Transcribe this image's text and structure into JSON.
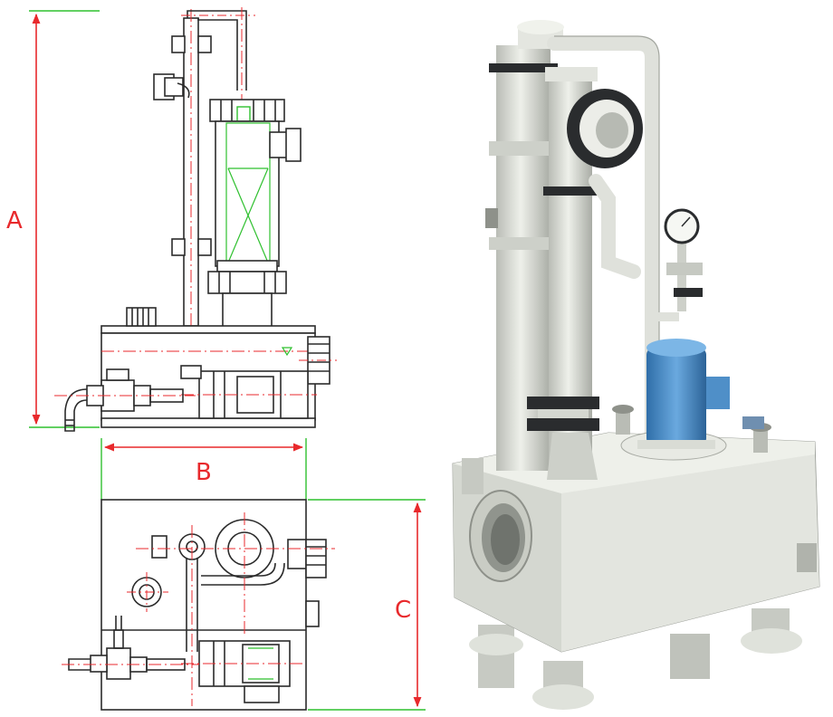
{
  "dimensions": {
    "a": {
      "label": "A"
    },
    "b": {
      "label": "B"
    },
    "c": {
      "label": "C"
    }
  },
  "colors": {
    "dimension": "#e8292c",
    "outline": "#2b2b2b",
    "centerline": "#e8292c",
    "extension": "#2fc02f",
    "machine_body": "#d7dad3",
    "motor": "#4f8fc8",
    "flange": "#2a2c2e"
  },
  "icons": {
    "elevation_view": "side-elevation-drawing",
    "plan_view": "top-plan-drawing",
    "photo": "scrubber-unit-photo"
  }
}
